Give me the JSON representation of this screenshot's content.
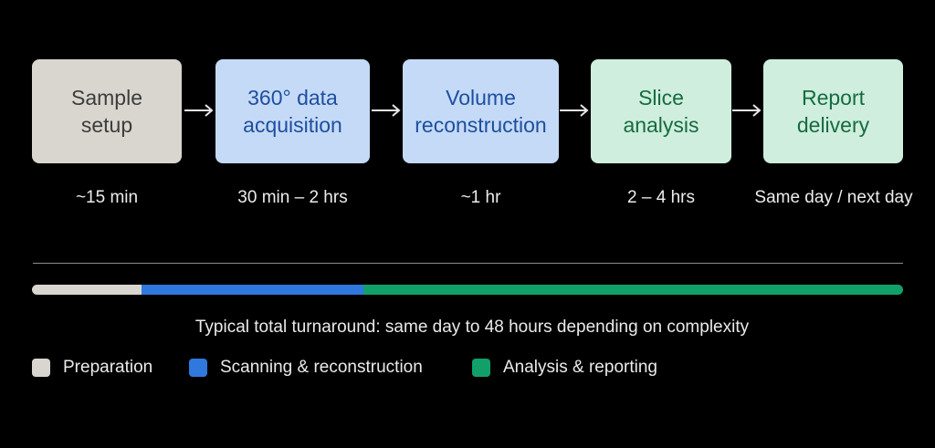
{
  "colors": {
    "preparation": "#d8d6ce",
    "scanning": "#2f78de",
    "analysis": "#12a06a"
  },
  "steps": [
    {
      "line1": "Sample",
      "line2": "setup",
      "time": "~15 min",
      "phase": "preparation"
    },
    {
      "line1": "360° data",
      "line2": "acquisition",
      "time": "30 min – 2 hrs",
      "phase": "scanning"
    },
    {
      "line1": "Volume",
      "line2": "reconstruction",
      "time": "~1 hr",
      "phase": "scanning"
    },
    {
      "line1": "Slice",
      "line2": "analysis",
      "time": "2 – 4 hrs",
      "phase": "analysis"
    },
    {
      "line1": "Report",
      "line2": "delivery",
      "time": "Same day / next day",
      "phase": "analysis"
    }
  ],
  "summary": "Typical total turnaround: same day to 48 hours depending on complexity",
  "legend": [
    {
      "label": "Preparation"
    },
    {
      "label": "Scanning & reconstruction"
    },
    {
      "label": "Analysis & reporting"
    }
  ]
}
